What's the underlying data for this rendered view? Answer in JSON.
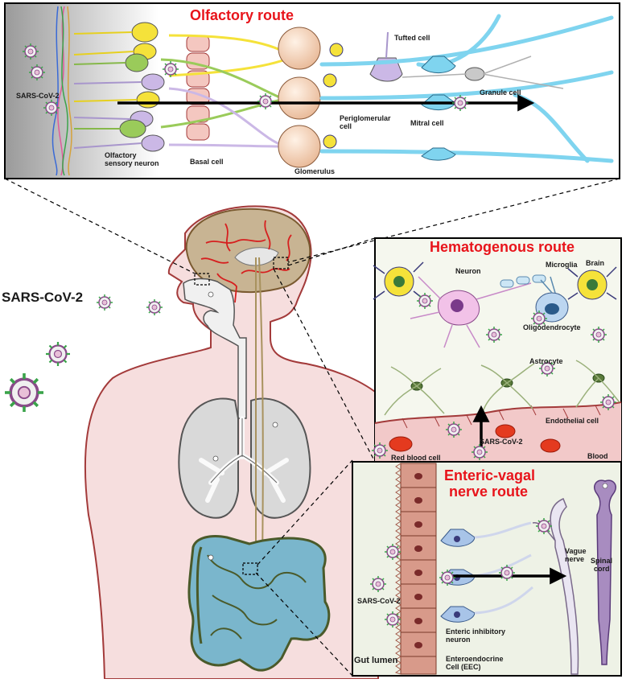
{
  "colors": {
    "title_red": "#e8141b",
    "skin": "#f6dede",
    "skin_outline": "#a33a3a",
    "lung": "#d9d9d9",
    "airway": "#f0f0f0",
    "intestine": "#7ab6cc",
    "brain": "#c8b493",
    "vessel": "#d61f1f",
    "nerve_blue": "#7fd4ef",
    "yellow_neuron": "#f5e23a",
    "green_neuron": "#9acb5a",
    "purple_neuron": "#cbb8e6",
    "panel_bg": "#f5f7ee",
    "gut_panel_bg": "#eef2e6"
  },
  "central": {
    "sars_label": "SARS-CoV-2"
  },
  "olfactory": {
    "title": "Olfactory route",
    "sars_label": "SARS-CoV-2",
    "labels": {
      "tufted": "Tufted cell",
      "granule": "Granule cell",
      "periglomerular_1": "Periglomerular",
      "periglomerular_2": "cell",
      "mitral": "Mitral cell",
      "osn_1": "Olfactory",
      "osn_2": "sensory neuron",
      "basal": "Basal cell",
      "glomerulus": "Glomerulus"
    }
  },
  "hematogenous": {
    "title": "Hematogenous route",
    "labels": {
      "microglia": "Microglia",
      "brain": "Brain",
      "neuron": "Neuron",
      "oligodendrocyte": "Oligodendrocyte",
      "astrocyte": "Astrocyte",
      "endothelial": "Endothelial cell",
      "sars": "SARS-CoV-2",
      "rbc": "Red blood cell",
      "blood": "Blood"
    }
  },
  "enteric": {
    "title_1": "Enteric-vagal",
    "title_2": "nerve route",
    "labels": {
      "vague_1": "Vague",
      "vague_2": "nerve",
      "spinal_1": "Spinal",
      "spinal_2": "cord",
      "sars": "SARS-CoV-2",
      "eni_1": "Enteric inhibitory",
      "eni_2": "neuron",
      "gut_lumen": "Gut lumen",
      "eec_1": "Enteroendocrine",
      "eec_2": "Cell (EEC)"
    }
  }
}
